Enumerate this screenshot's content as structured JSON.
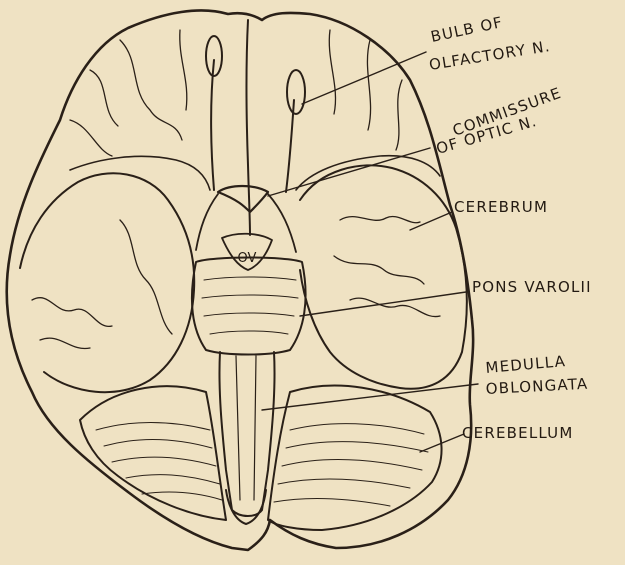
{
  "figure": {
    "background": "#efe2c3",
    "ink": "#2a2018",
    "small_label": "OV",
    "labels": [
      {
        "id": "bulb",
        "lines": [
          "BULB OF",
          "OLFACTORY N."
        ]
      },
      {
        "id": "commissure",
        "lines": [
          "COMMISSURE",
          "OF OPTIC N."
        ]
      },
      {
        "id": "cerebrum",
        "lines": [
          "CEREBRUM"
        ]
      },
      {
        "id": "pons",
        "lines": [
          "PONS VAROLII"
        ]
      },
      {
        "id": "medulla",
        "lines": [
          "MEDULLA",
          "OBLONGATA"
        ]
      },
      {
        "id": "cerebellum",
        "lines": [
          "CEREBELLUM"
        ]
      }
    ]
  }
}
